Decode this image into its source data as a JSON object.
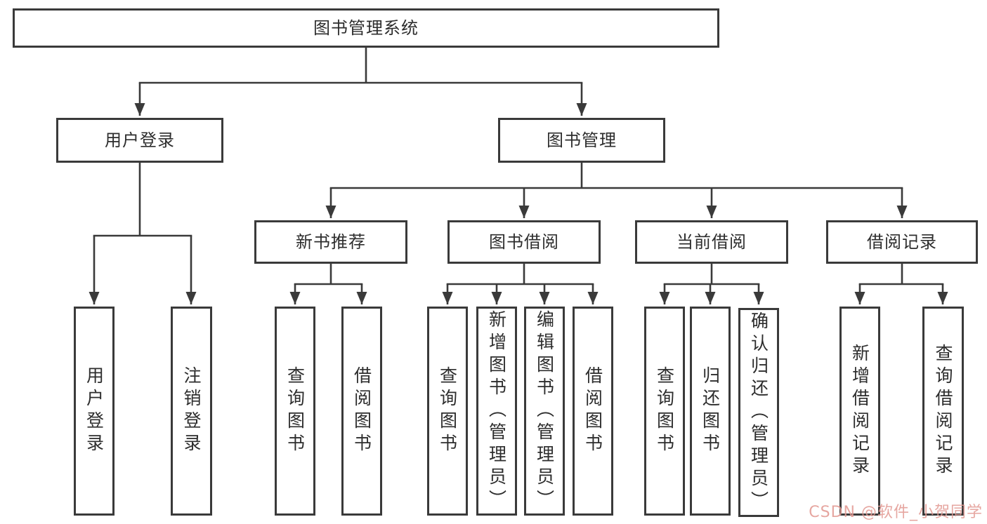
{
  "diagram": {
    "type": "hierarchy-tree",
    "colors": {
      "line": "#3a3a3a",
      "box_border": "#3a3a3a",
      "box_fill": "#ffffff",
      "text": "#2d2d2d",
      "watermark": "#e29a93",
      "background": "#ffffff"
    },
    "tree": {
      "label": "图书管理系统",
      "children": [
        {
          "label": "用户登录",
          "children": [
            {
              "label": "用户登录"
            },
            {
              "label": "注销登录"
            }
          ]
        },
        {
          "label": "图书管理",
          "children": [
            {
              "label": "新书推荐",
              "children": [
                {
                  "label": "查询图书"
                },
                {
                  "label": "借阅图书"
                }
              ]
            },
            {
              "label": "图书借阅",
              "children": [
                {
                  "label": "查询图书"
                },
                {
                  "label": "新增图书（管理员）"
                },
                {
                  "label": "编辑图书（管理员）"
                },
                {
                  "label": "借阅图书"
                }
              ]
            },
            {
              "label": "当前借阅",
              "children": [
                {
                  "label": "查询图书"
                },
                {
                  "label": "归还图书"
                },
                {
                  "label": "确认归还（管理员）"
                }
              ]
            },
            {
              "label": "借阅记录",
              "children": [
                {
                  "label": "新增借阅记录"
                },
                {
                  "label": "查询借阅记录"
                }
              ]
            }
          ]
        }
      ]
    },
    "watermark": {
      "text": "CSDN @软件_小贺同学"
    }
  }
}
